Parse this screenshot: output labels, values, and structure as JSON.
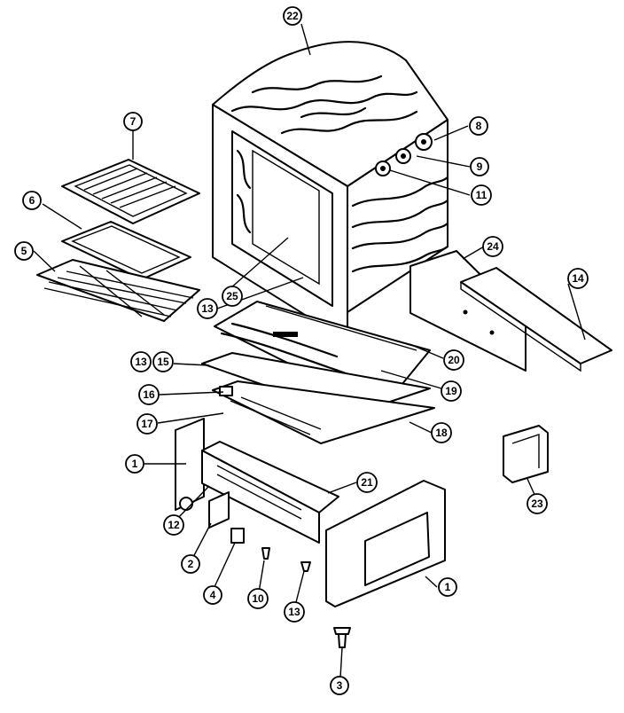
{
  "callouts": [
    {
      "id": "c22",
      "label": "22"
    },
    {
      "id": "c7",
      "label": "7"
    },
    {
      "id": "c6",
      "label": "6"
    },
    {
      "id": "c5",
      "label": "5"
    },
    {
      "id": "c8",
      "label": "8"
    },
    {
      "id": "c9",
      "label": "9"
    },
    {
      "id": "c11",
      "label": "11"
    },
    {
      "id": "c24",
      "label": "24"
    },
    {
      "id": "c14",
      "label": "14"
    },
    {
      "id": "c25",
      "label": "25"
    },
    {
      "id": "c13a",
      "label": "13"
    },
    {
      "id": "c13b",
      "label": "13"
    },
    {
      "id": "c15",
      "label": "15"
    },
    {
      "id": "c20",
      "label": "20"
    },
    {
      "id": "c19",
      "label": "19"
    },
    {
      "id": "c16",
      "label": "16"
    },
    {
      "id": "c17",
      "label": "17"
    },
    {
      "id": "c18",
      "label": "18"
    },
    {
      "id": "c1a",
      "label": "1"
    },
    {
      "id": "c21",
      "label": "21"
    },
    {
      "id": "c12",
      "label": "12"
    },
    {
      "id": "c2",
      "label": "2"
    },
    {
      "id": "c4",
      "label": "4"
    },
    {
      "id": "c10",
      "label": "10"
    },
    {
      "id": "c13c",
      "label": "13"
    },
    {
      "id": "c1b",
      "label": "1"
    },
    {
      "id": "c23",
      "label": "23"
    },
    {
      "id": "c3",
      "label": "3"
    }
  ]
}
